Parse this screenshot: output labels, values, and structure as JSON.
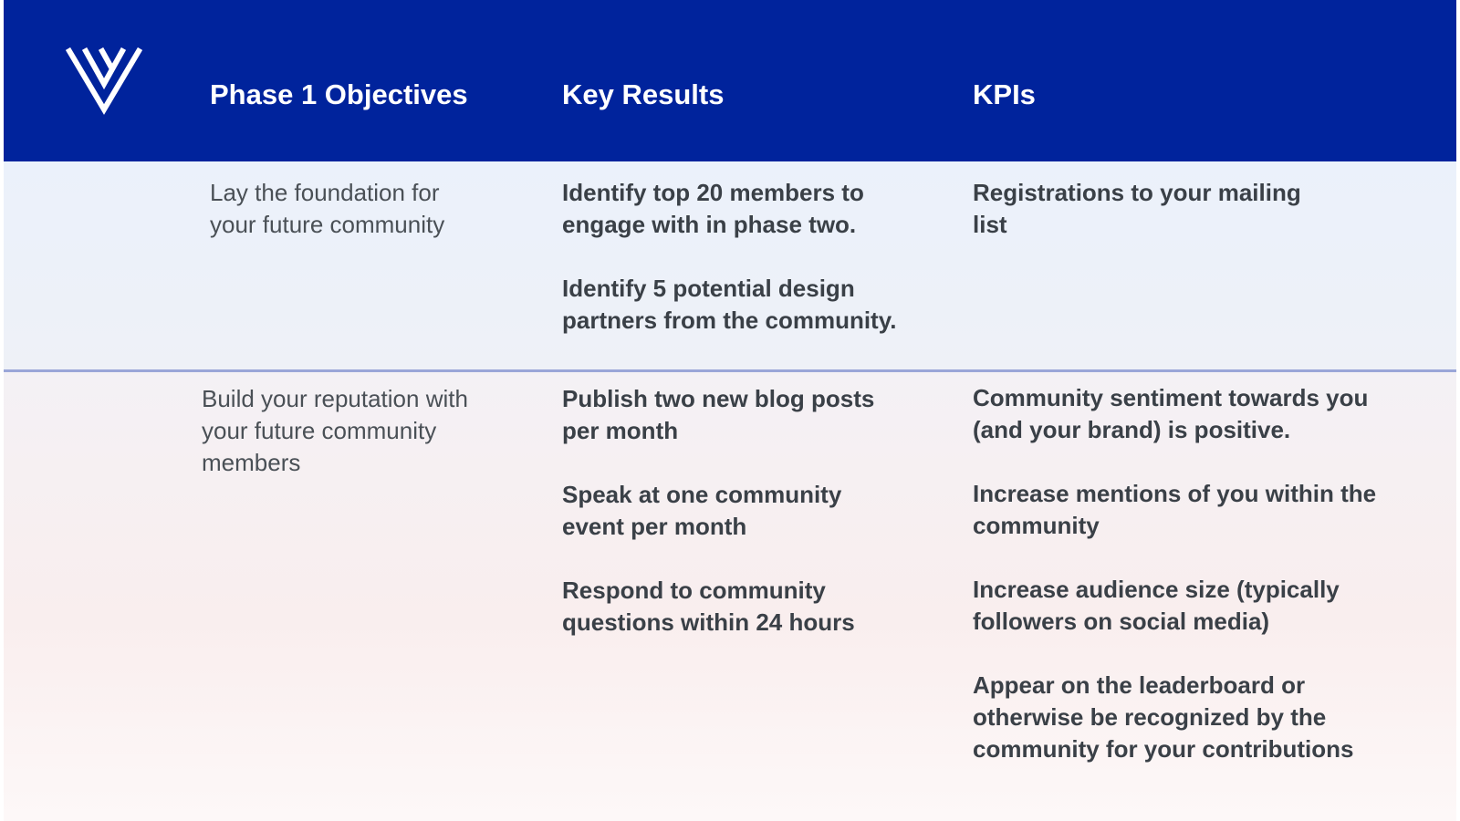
{
  "header": {
    "col1": "Phase 1 Objectives",
    "col2": "Key Results",
    "col3": "KPIs"
  },
  "rows": [
    {
      "objective": "Lay the foundation for your future community",
      "key_results": [
        "Identify top 20 members to engage with in phase two.",
        "Identify 5 potential design partners from the community."
      ],
      "kpis": [
        "Registrations to your mailing list"
      ]
    },
    {
      "objective": "Build your reputation with your future community members",
      "key_results": [
        "Publish two new blog posts per month",
        "Speak at one community event per month",
        "Respond to community questions within 24 hours"
      ],
      "kpis": [
        "Community sentiment towards you (and your brand) is positive.",
        "Increase mentions of you within the community",
        "Increase audience size (typically followers on social media)",
        "Appear on the leaderboard or otherwise be recognized by the community for your contributions"
      ]
    }
  ],
  "colors": {
    "header_bg": "#00239c",
    "divider": "#9aa6d8",
    "text": "#3f454b"
  },
  "icons": {
    "logo": "brand-logo-icon"
  }
}
